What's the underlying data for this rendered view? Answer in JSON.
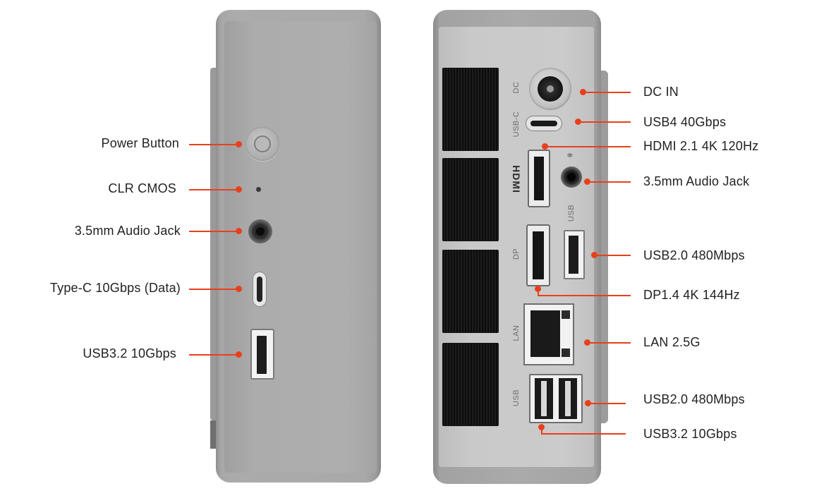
{
  "front_labels": {
    "power_button": "Power Button",
    "clr_cmos": "CLR CMOS",
    "audio_jack": "3.5mm Audio Jack",
    "type_c": "Type-C 10Gbps (Data)",
    "usb32": "USB3.2 10Gbps"
  },
  "rear_labels": {
    "dc_in": "DC IN",
    "usb4": "USB4 40Gbps",
    "hdmi": "HDMI 2.1 4K 120Hz",
    "audio_jack": "3.5mm Audio Jack",
    "usb20_top": "USB2.0 480Mbps",
    "dp": "DP1.4 4K 144Hz",
    "lan": "LAN 2.5G",
    "usb20_bottom": "USB2.0 480Mbps",
    "usb32": "USB3.2 10Gbps"
  },
  "port_markings": {
    "dc": "DC",
    "usb_c": "USB-C",
    "hdmi": "HDMI",
    "usb_top": "USB",
    "dp": "DP",
    "lan": "LAN",
    "usb_bottom": "USB"
  },
  "colors": {
    "accent": "#e8401c",
    "chassis": "#aaaaaa"
  }
}
